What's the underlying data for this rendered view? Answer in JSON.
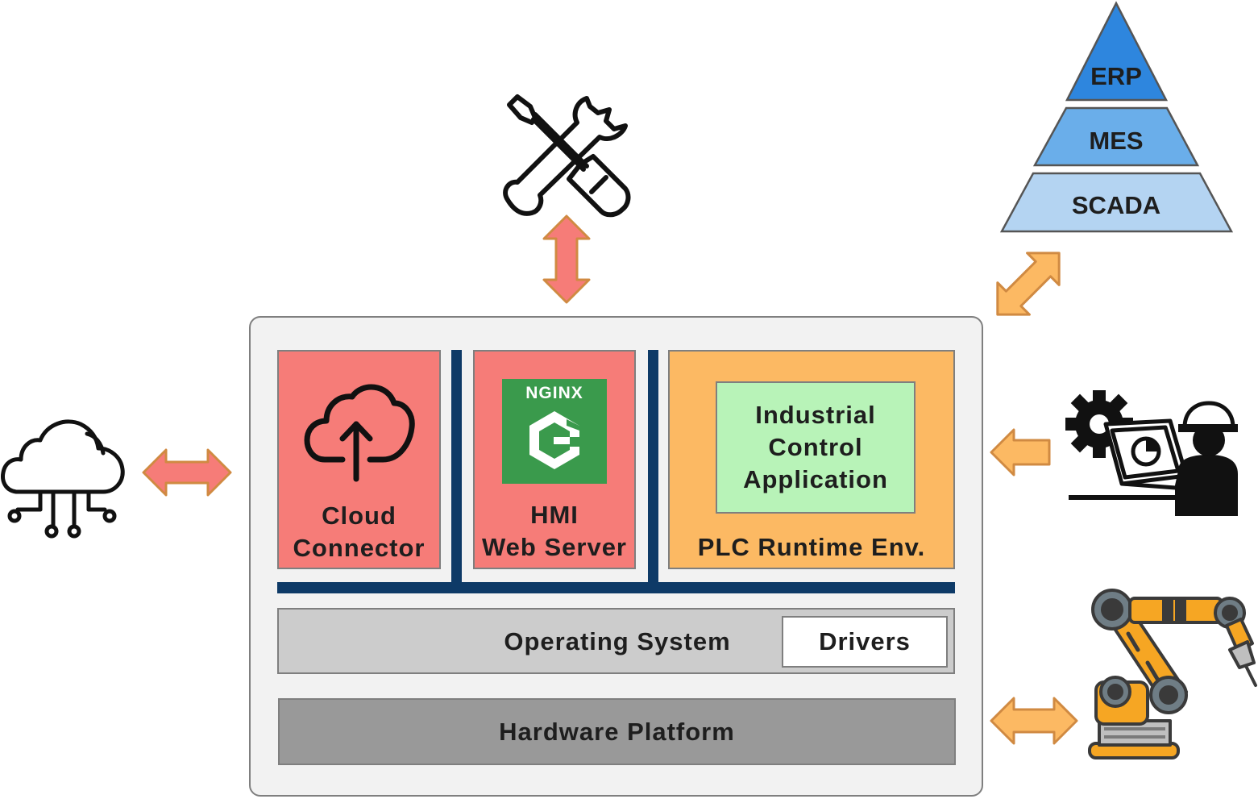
{
  "pyramid": {
    "top": "ERP",
    "middle": "MES",
    "bottom": "SCADA"
  },
  "device": {
    "cloud_connector": [
      "Cloud",
      "Connector"
    ],
    "hmi": {
      "logo_text": "NGINX",
      "lines": [
        "HMI",
        "Web Server"
      ]
    },
    "plc": {
      "label": "PLC Runtime Env.",
      "app_lines": [
        "Industrial",
        "Control",
        "Application"
      ]
    },
    "operating_system": "Operating System",
    "drivers": "Drivers",
    "hardware": "Hardware Platform"
  },
  "icons": {
    "tools": "screwdriver-wrench-icon",
    "cloud": "cloud-network-icon",
    "engineer": "engineer-workstation-icon",
    "robot": "robot-arm-icon",
    "upload": "cloud-upload-icon"
  },
  "colors": {
    "red_block": "#f67c78",
    "orange_block": "#fcb963",
    "green_app": "#b8f3b8",
    "bus": "#0e3a67",
    "os_gray": "#cccccc",
    "hw_gray": "#999999",
    "container": "#f2f2f2",
    "nginx_green": "#3a9a4c",
    "erp_blue": "#2e86de",
    "mes_blue": "#6aaeea",
    "scada_blue": "#b4d4f2",
    "arrow_red": "#f67c78",
    "arrow_orange": "#fcb963"
  }
}
